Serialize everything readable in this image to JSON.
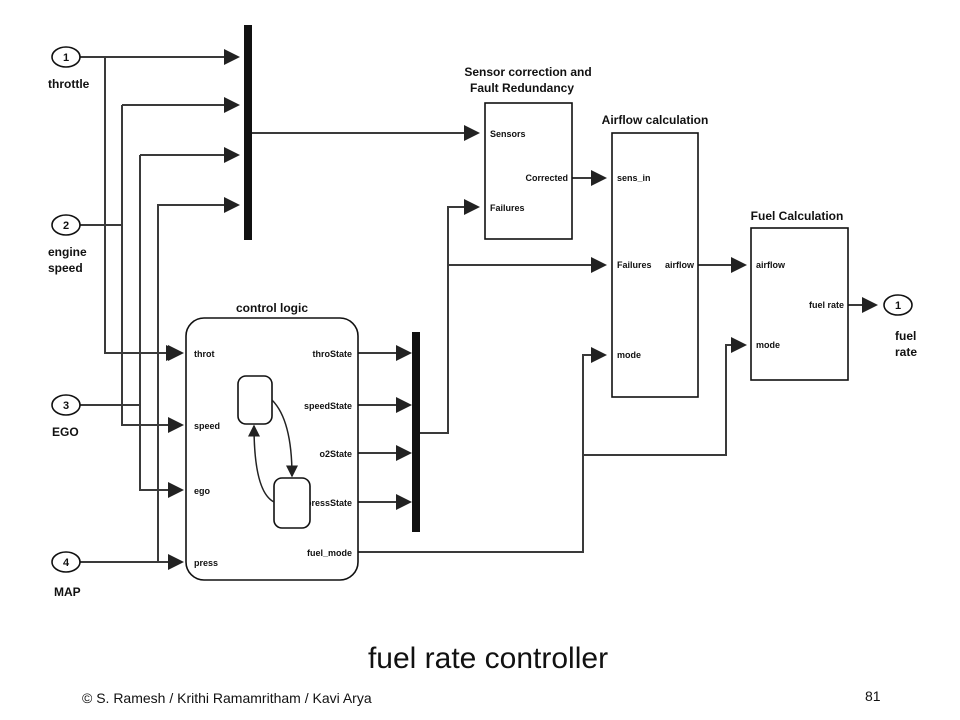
{
  "inports": [
    {
      "num": "1",
      "label": "throttle"
    },
    {
      "num": "2",
      "label": "engine speed"
    },
    {
      "num": "3",
      "label": "EGO"
    },
    {
      "num": "4",
      "label": "MAP"
    }
  ],
  "outport": {
    "num": "1",
    "label": "fuel rate"
  },
  "control_logic": {
    "title": "control logic",
    "inputs": [
      "throt",
      "speed",
      "ego",
      "press"
    ],
    "outputs": [
      "throState",
      "speedState",
      "o2State",
      "pressState",
      "fuel_mode"
    ]
  },
  "sensor_block": {
    "title": "Sensor correction and Fault Redundancy",
    "inputs": [
      "Sensors",
      "Failures"
    ],
    "output": "Corrected"
  },
  "airflow_block": {
    "title": "Airflow calculation",
    "inputs": [
      "sens_in",
      "Failures",
      "mode"
    ],
    "output": "airflow"
  },
  "fuel_block": {
    "title": "Fuel Calculation",
    "inputs": [
      "airflow",
      "mode"
    ],
    "output": "fuel rate"
  },
  "caption": "fuel rate controller",
  "footer": {
    "copyright": "© S. Ramesh  / Krithi Ramamritham  / Kavi Arya",
    "page": "81"
  }
}
